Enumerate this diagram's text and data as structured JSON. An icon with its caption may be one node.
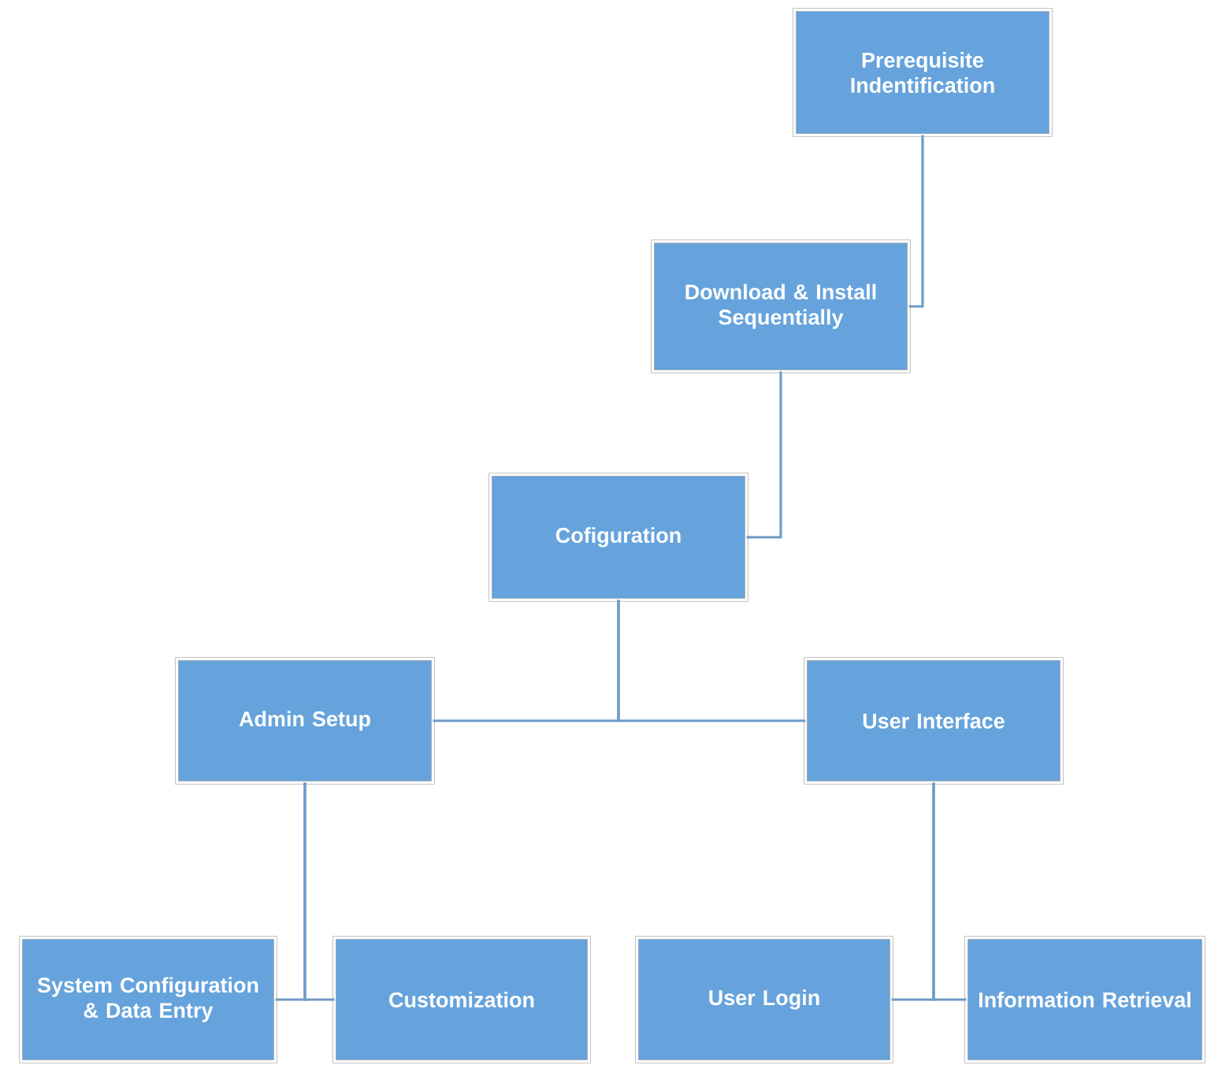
{
  "diagram": {
    "nodes": [
      {
        "text": [
          "Prerequisite Indentification"
        ]
      },
      {
        "text": [
          "Download & Install Sequentially"
        ]
      },
      {
        "text": [
          "Cofiguration"
        ]
      },
      {
        "text": [
          "Admin Setup"
        ]
      },
      {
        "text": [
          "User Interface"
        ]
      },
      {
        "text": [
          "System Configuration & Data Entry"
        ]
      },
      {
        "text": [
          "Customization"
        ]
      },
      {
        "text": [
          "User Login"
        ]
      },
      {
        "text": [
          "Information Retrieval"
        ]
      }
    ],
    "edges": [
      {
        "from": 0,
        "to": 1,
        "arrow": "none"
      },
      {
        "from": 1,
        "to": 2,
        "arrow": "none"
      },
      {
        "from": 2,
        "to": 3,
        "arrow": "none"
      },
      {
        "from": 2,
        "to": 4,
        "arrow": "none"
      },
      {
        "from": 3,
        "to": 5,
        "arrow": "none"
      },
      {
        "from": 3,
        "to": 6,
        "arrow": "none"
      },
      {
        "from": 4,
        "to": 7,
        "arrow": "none"
      },
      {
        "from": 4,
        "to": 8,
        "arrow": "none"
      }
    ]
  }
}
